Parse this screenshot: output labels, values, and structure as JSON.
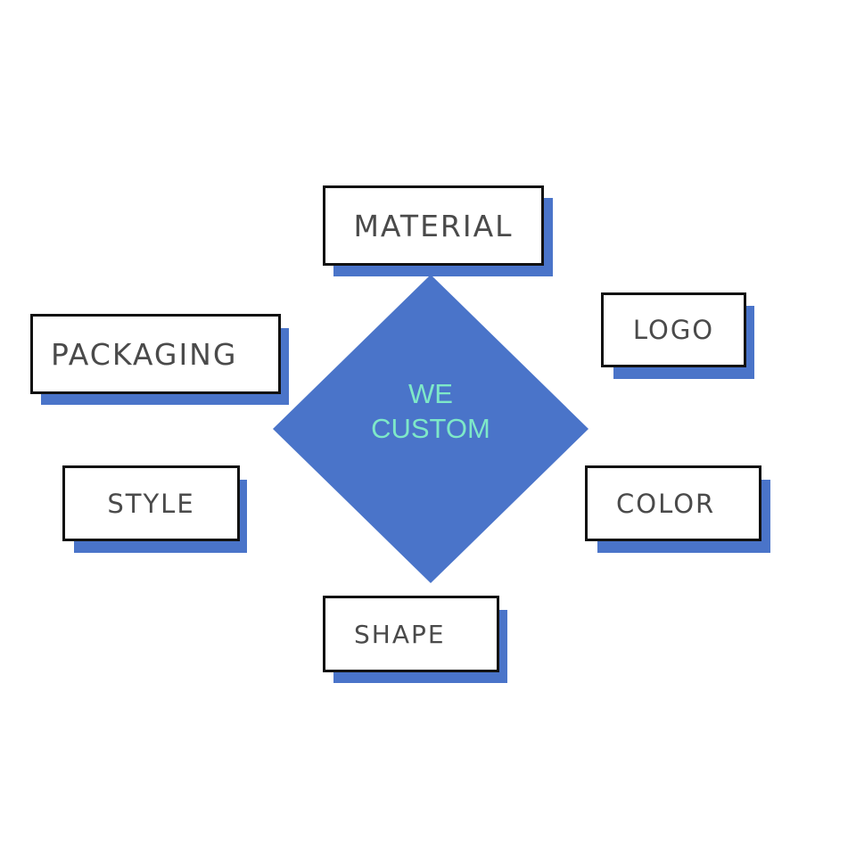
{
  "colors": {
    "accent": "#4a74c9",
    "center_text": "#7ee8c8",
    "node_border": "#111111",
    "node_text": "#4a4a4a"
  },
  "center": {
    "line1": "WE",
    "line2": "CUSTOM"
  },
  "nodes": {
    "material": "MATERIAL",
    "packaging": "PACKAGING",
    "logo": "LOGO",
    "style": "STYLE",
    "color": "COLOR",
    "shape": "SHAPE"
  }
}
